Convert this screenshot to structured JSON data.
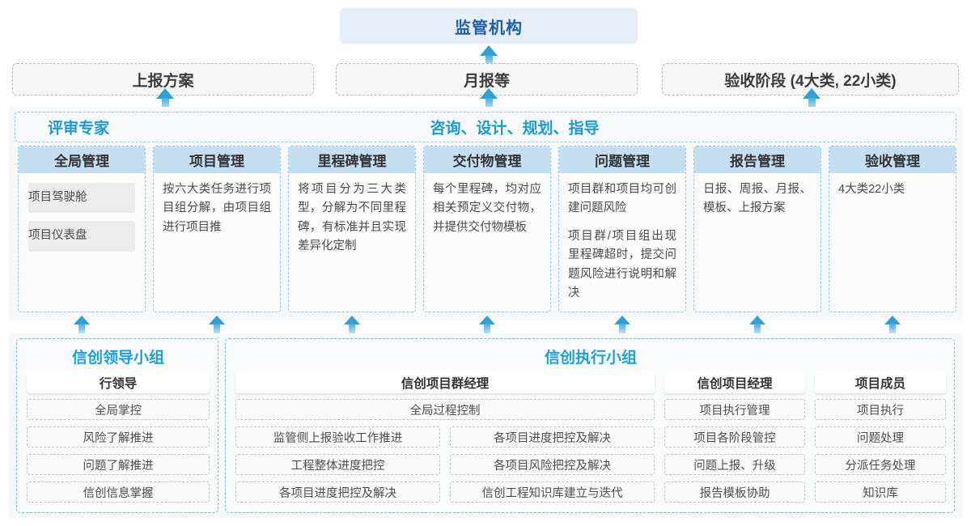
{
  "top": {
    "regulator": "监管机构",
    "channels": [
      {
        "label": "上报方案"
      },
      {
        "label": "月报等"
      },
      {
        "label": "验收阶段 (4大类, 22小类)"
      }
    ]
  },
  "middle": {
    "header_left": "评审专家",
    "header_center": "咨询、设计、规划、指导",
    "cards": [
      {
        "title": "全局管理",
        "type": "pills",
        "items": [
          "项目驾驶舱",
          "项目仪表盘"
        ],
        "paragraphs": []
      },
      {
        "title": "项目管理",
        "type": "text",
        "items": [],
        "paragraphs": [
          "按六大类任务进行项目组分解，由项目组进行项目推"
        ]
      },
      {
        "title": "里程碑管理",
        "type": "text",
        "items": [],
        "paragraphs": [
          "将项目分为三大类型，分解为不同里程碑，有标准并且实现差异化定制"
        ]
      },
      {
        "title": "交付物管理",
        "type": "text",
        "items": [],
        "paragraphs": [
          "每个里程碑，均对应相关预定义交付物，并提供交付物模板"
        ]
      },
      {
        "title": "问题管理",
        "type": "text",
        "items": [],
        "paragraphs": [
          "项目群和项目均可创建问题风险",
          "项目群/项目组出现里程碑超时，提交问题风险进行说明和解决"
        ]
      },
      {
        "title": "报告管理",
        "type": "text",
        "items": [],
        "paragraphs": [
          "日报、周报、月报、模板、上报方案"
        ]
      },
      {
        "title": "验收管理",
        "type": "text",
        "items": [],
        "paragraphs": [
          "4大类22小类"
        ]
      }
    ]
  },
  "bottom": {
    "left_panel": {
      "title": "信创领导小组",
      "columns": [
        {
          "head": "行领导",
          "cells": [
            "全局掌控",
            "风险了解推进",
            "问题了解推进",
            "信创信息掌握"
          ]
        }
      ]
    },
    "right_panel": {
      "title": "信创执行小组",
      "group_manager": {
        "head": "信创项目群经理",
        "full_cell": "全局过程控制",
        "left_cells": [
          "监管侧上报验收工作推进",
          "工程整体进度把控",
          "各项目进度把控及解决"
        ],
        "right_cells": [
          "各项目进度把控及解决",
          "各项目风险把控及解决",
          "信创工程知识库建立与迭代"
        ]
      },
      "columns": [
        {
          "head": "信创项目经理",
          "cells": [
            "项目执行管理",
            "项目各阶段管控",
            "问题上报、升级",
            "报告模板协助"
          ]
        },
        {
          "head": "项目成员",
          "cells": [
            "项目执行",
            "问题处理",
            "分派任务处理",
            "知识库"
          ]
        }
      ]
    }
  },
  "colors": {
    "accent_blue": "#1aa0dd",
    "banner_bg": "#e7edf7",
    "banner_text": "#1f5fa8",
    "card_head_bg": "#c6dff0",
    "dashed_blue": "#8fc9ec",
    "dashed_gray": "#b9b9b9",
    "panel_bg": "#f7f8f9"
  }
}
